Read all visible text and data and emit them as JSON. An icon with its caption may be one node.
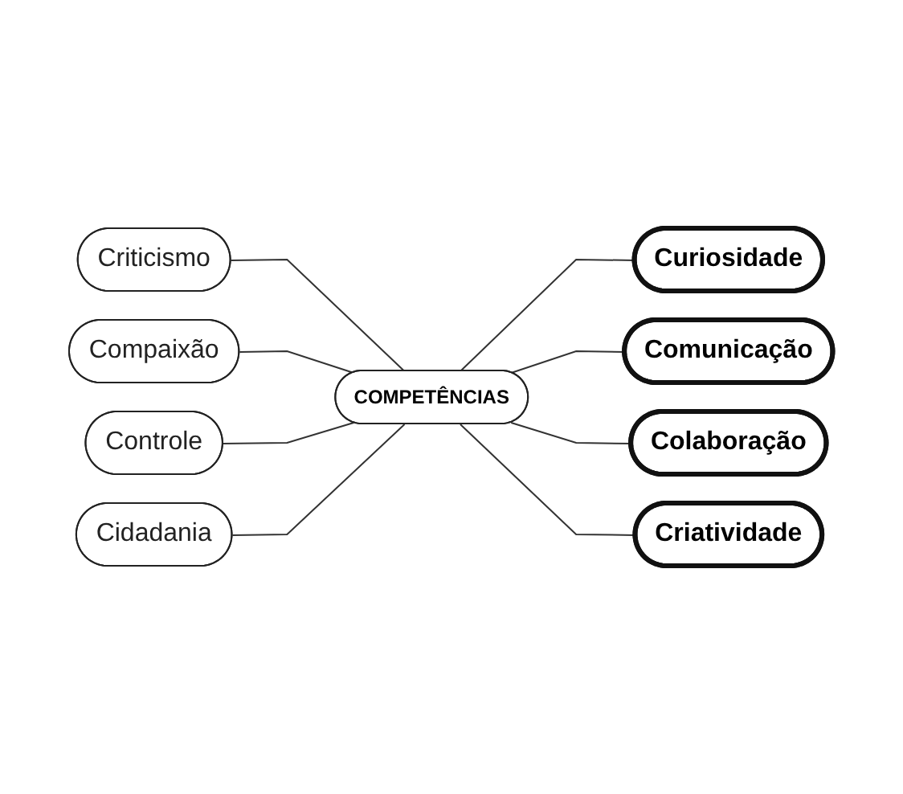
{
  "diagram": {
    "nodes": [
      {
        "text": [
          "COMPETÊNCIAS"
        ]
      },
      {
        "text": [
          "Curiosidade"
        ]
      },
      {
        "text": [
          "Comunicação"
        ]
      },
      {
        "text": [
          "Colaboração"
        ]
      },
      {
        "text": [
          "Criatividade"
        ]
      },
      {
        "text": [
          "Criticismo"
        ]
      },
      {
        "text": [
          "Compaixão"
        ]
      },
      {
        "text": [
          "Controle"
        ]
      },
      {
        "text": [
          "Cidadania"
        ]
      }
    ],
    "edges": [
      {
        "from": 0,
        "to": 1,
        "arrow": "none"
      },
      {
        "from": 0,
        "to": 2,
        "arrow": "none"
      },
      {
        "from": 0,
        "to": 3,
        "arrow": "none"
      },
      {
        "from": 0,
        "to": 4,
        "arrow": "none"
      },
      {
        "from": 0,
        "to": 5,
        "arrow": "none"
      },
      {
        "from": 0,
        "to": 6,
        "arrow": "none"
      },
      {
        "from": 0,
        "to": 7,
        "arrow": "none"
      },
      {
        "from": 0,
        "to": 8,
        "arrow": "none"
      }
    ]
  }
}
